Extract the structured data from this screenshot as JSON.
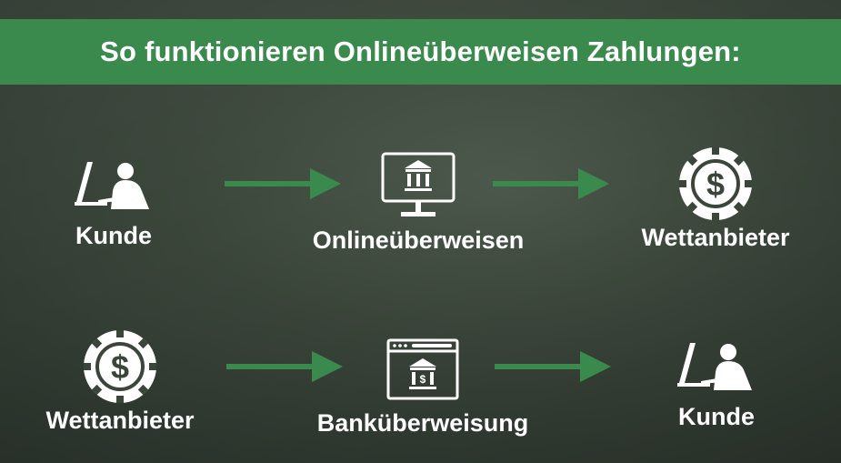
{
  "banner": {
    "title": "So funktionieren Onlineüberweisen Zahlungen:",
    "color": "#3b8a4d"
  },
  "flows": [
    {
      "steps": [
        {
          "label": "Kunde",
          "icon": "customer-computer-icon"
        },
        {
          "label": "Onlineüberweisen",
          "icon": "online-banking-monitor-icon"
        },
        {
          "label": "Wettanbieter",
          "icon": "casino-chip-dollar-icon"
        }
      ]
    },
    {
      "steps": [
        {
          "label": "Wettanbieter",
          "icon": "casino-chip-dollar-icon"
        },
        {
          "label": "Banküberweisung",
          "icon": "bank-browser-window-icon"
        },
        {
          "label": "Kunde",
          "icon": "customer-computer-icon"
        }
      ]
    }
  ],
  "arrow_color": "#3b8a4d"
}
